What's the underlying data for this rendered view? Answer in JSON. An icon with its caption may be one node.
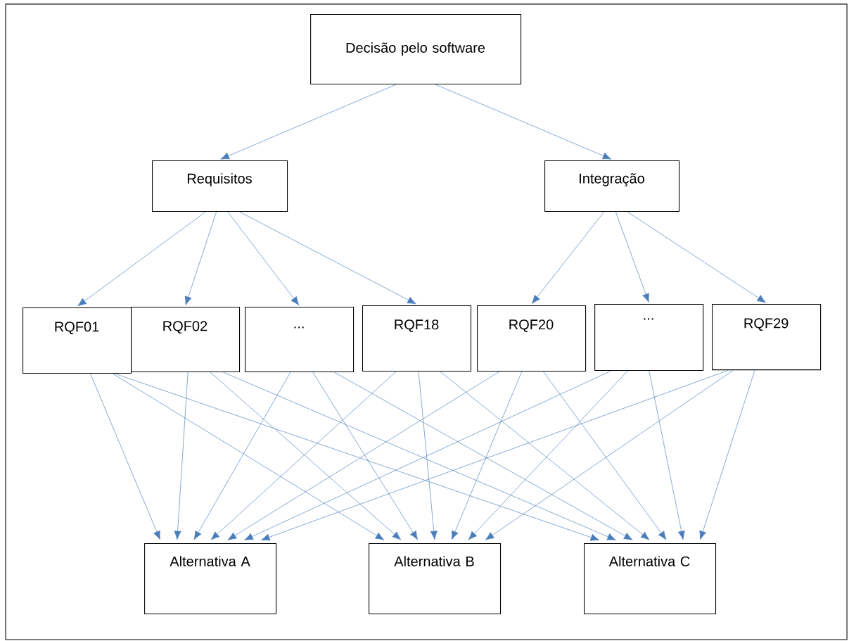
{
  "diagram": {
    "nodes": [
      {
        "text": [
          "Decisão pelo software"
        ]
      },
      {
        "text": [
          "Requisitos"
        ]
      },
      {
        "text": [
          "Integração"
        ]
      },
      {
        "text": [
          "RQF01"
        ]
      },
      {
        "text": [
          "RQF02"
        ]
      },
      {
        "text": [
          "..."
        ]
      },
      {
        "text": [
          "RQF18"
        ]
      },
      {
        "text": [
          "RQF20"
        ]
      },
      {
        "text": [
          "..."
        ]
      },
      {
        "text": [
          "RQF29"
        ]
      },
      {
        "text": [
          "Alternativa A"
        ]
      },
      {
        "text": [
          "Alternativa B"
        ]
      },
      {
        "text": [
          "Alternativa C"
        ]
      }
    ],
    "edges": [
      {
        "from": 0,
        "to": 1,
        "arrow": "to"
      },
      {
        "from": 0,
        "to": 2,
        "arrow": "to"
      },
      {
        "from": 1,
        "to": 3,
        "arrow": "to"
      },
      {
        "from": 1,
        "to": 4,
        "arrow": "to"
      },
      {
        "from": 1,
        "to": 5,
        "arrow": "to"
      },
      {
        "from": 1,
        "to": 6,
        "arrow": "to"
      },
      {
        "from": 2,
        "to": 7,
        "arrow": "to"
      },
      {
        "from": 2,
        "to": 8,
        "arrow": "to"
      },
      {
        "from": 2,
        "to": 9,
        "arrow": "to"
      },
      {
        "from": 3,
        "to": 10,
        "arrow": "to"
      },
      {
        "from": 3,
        "to": 11,
        "arrow": "to"
      },
      {
        "from": 3,
        "to": 12,
        "arrow": "to"
      },
      {
        "from": 4,
        "to": 10,
        "arrow": "to"
      },
      {
        "from": 4,
        "to": 11,
        "arrow": "to"
      },
      {
        "from": 4,
        "to": 12,
        "arrow": "to"
      },
      {
        "from": 5,
        "to": 10,
        "arrow": "to"
      },
      {
        "from": 5,
        "to": 11,
        "arrow": "to"
      },
      {
        "from": 5,
        "to": 12,
        "arrow": "to"
      },
      {
        "from": 6,
        "to": 10,
        "arrow": "to"
      },
      {
        "from": 6,
        "to": 11,
        "arrow": "to"
      },
      {
        "from": 6,
        "to": 12,
        "arrow": "to"
      },
      {
        "from": 7,
        "to": 10,
        "arrow": "to"
      },
      {
        "from": 7,
        "to": 11,
        "arrow": "to"
      },
      {
        "from": 7,
        "to": 12,
        "arrow": "to"
      },
      {
        "from": 8,
        "to": 10,
        "arrow": "to"
      },
      {
        "from": 8,
        "to": 11,
        "arrow": "to"
      },
      {
        "from": 8,
        "to": 12,
        "arrow": "to"
      },
      {
        "from": 9,
        "to": 10,
        "arrow": "to"
      },
      {
        "from": 9,
        "to": 11,
        "arrow": "to"
      },
      {
        "from": 9,
        "to": 12,
        "arrow": "to"
      }
    ]
  }
}
